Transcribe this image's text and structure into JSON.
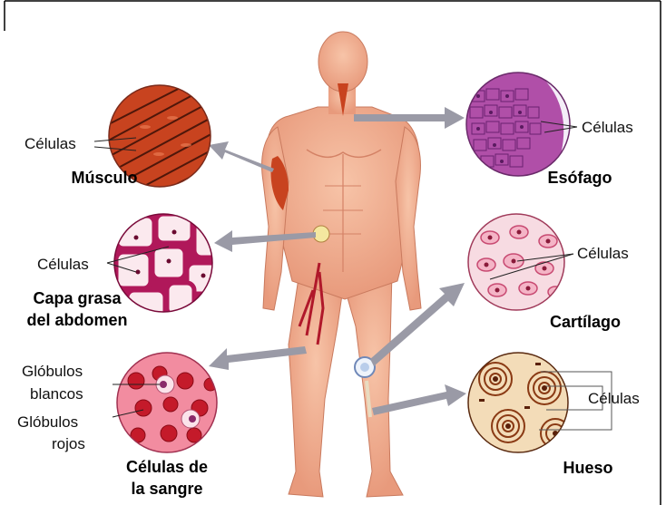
{
  "tissues": {
    "muscle": {
      "title": "Músculo",
      "cell_label": "Células"
    },
    "fat": {
      "title_line1": "Capa grasa",
      "title_line2": "del abdomen",
      "cell_label": "Células"
    },
    "blood": {
      "title_line1": "Células de",
      "title_line2": "la sangre",
      "white_line1": "Glóbulos",
      "white_line2": "blancos",
      "red_line1": "Glóbulos",
      "red_line2": "rojos"
    },
    "esophagus": {
      "title": "Esófago",
      "cell_label": "Células"
    },
    "cartilage": {
      "title": "Cartílago",
      "cell_label": "Células"
    },
    "bone": {
      "title": "Hueso",
      "cell_label": "Células"
    }
  },
  "colors": {
    "skin": "#f2b598",
    "skin_shadow": "#d9876a",
    "muscle_red": "#c8431f",
    "fat_magenta": "#b0185a",
    "blood_bg": "#f28ca0",
    "esophagus_purple": "#b04fa8",
    "cartilage_pink": "#e97a9a",
    "bone_brown": "#8a3a14",
    "arrow_gray": "#9a9aa6"
  }
}
